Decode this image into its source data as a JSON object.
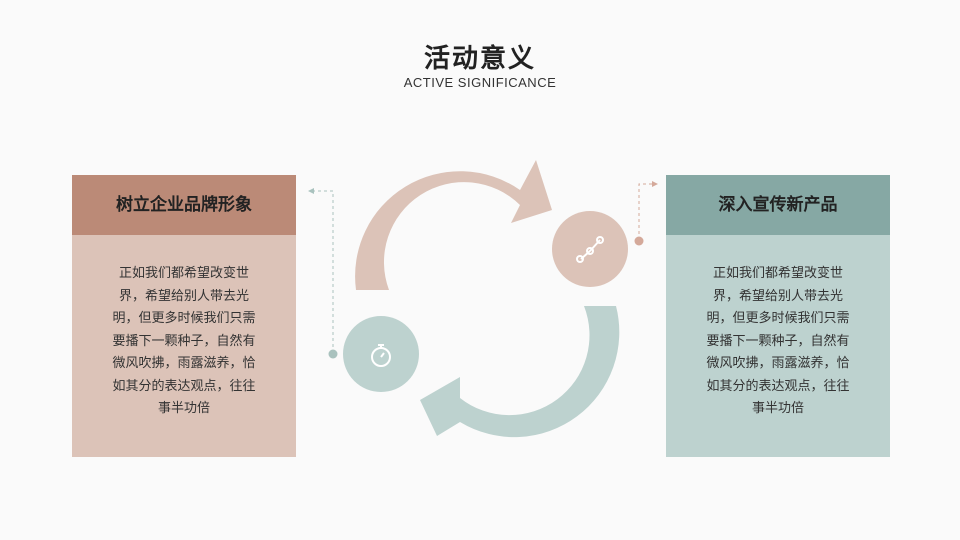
{
  "header": {
    "title": "活动意义",
    "subtitle": "ACTIVE  SIGNIFICANCE"
  },
  "cards": [
    {
      "title": "树立企业品牌形象",
      "body": "正如我们都希望改变世界，希望给别人带去光明，但更多时候我们只需要播下一颗种子，自然有微风吹拂，雨露滋养，恰如其分的表达观点，往往事半功倍"
    },
    {
      "title": "深入宣传新产品",
      "body": "正如我们都希望改变世界，希望给别人带去光明，但更多时候我们只需要播下一颗种子，自然有微风吹拂，雨露滋养，恰如其分的表达观点，往往事半功倍"
    }
  ],
  "colors": {
    "rose_dark": "#bb8a77",
    "rose_light": "#dcc3b8",
    "teal_dark": "#86a8a4",
    "teal_light": "#bdd2cf"
  },
  "icons": {
    "top_circle": "network-link-icon",
    "bottom_circle": "stopwatch-icon"
  }
}
